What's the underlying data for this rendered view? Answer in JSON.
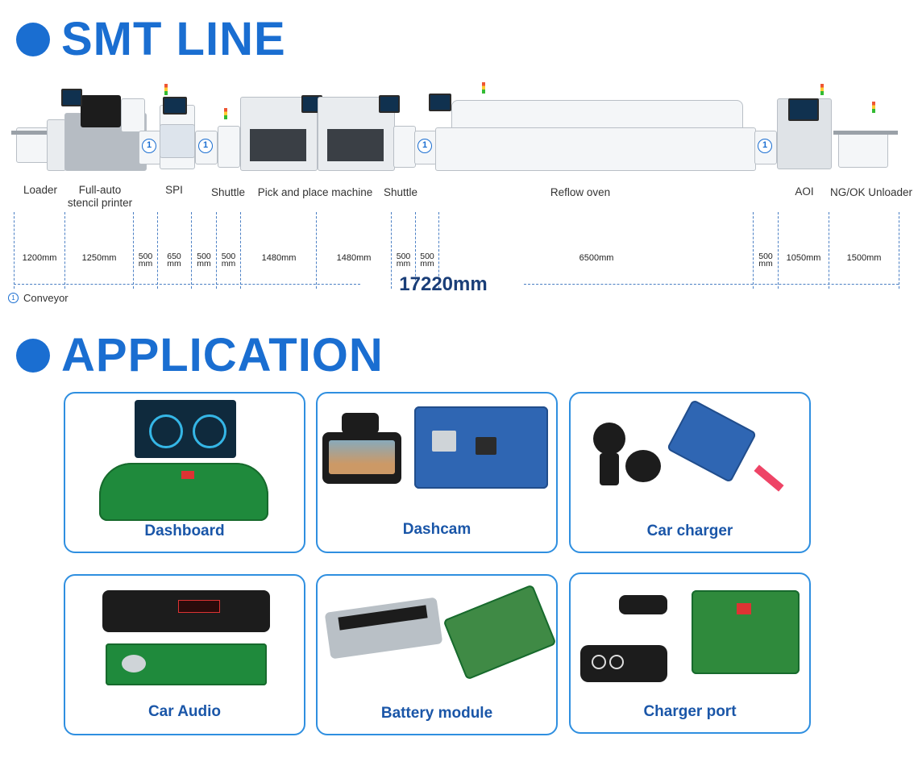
{
  "sections": {
    "smt_title": "SMT LINE",
    "app_title": "APPLICATION"
  },
  "machines": {
    "loader": "Loader",
    "printer": "Full-auto\nstencil printer",
    "spi": "SPI",
    "shuttle1": "Shuttle",
    "pnp": "Pick and place machine",
    "shuttle2": "Shuttle",
    "reflow": "Reflow oven",
    "aoi": "AOI",
    "unloader": "NG/OK Unloader"
  },
  "conveyor_marker": "1",
  "dimensions": {
    "d1": "1200mm",
    "d2": "1250mm",
    "d3": "500\nmm",
    "d4": "650\nmm",
    "d5": "500\nmm",
    "d6": "500\nmm",
    "d7": "1480mm",
    "d8": "1480mm",
    "d9": "500\nmm",
    "d10": "500\nmm",
    "d11": "6500mm",
    "d12": "500\nmm",
    "d13": "1050mm",
    "d14": "1500mm",
    "total": "17220mm"
  },
  "legend": {
    "marker": "1",
    "label": "Conveyor"
  },
  "applications": [
    {
      "caption": "Dashboard",
      "icon": "dashboard-pcb-image"
    },
    {
      "caption": "Dashcam",
      "icon": "dashcam-pcb-image"
    },
    {
      "caption": "Car charger",
      "icon": "car-charger-pcb-image"
    },
    {
      "caption": "Car Audio",
      "icon": "car-audio-pcb-image"
    },
    {
      "caption": "Battery module",
      "icon": "battery-module-image"
    },
    {
      "caption": "Charger port",
      "icon": "charger-port-image"
    }
  ],
  "colors": {
    "accent": "#1a6ed1",
    "card_border": "#2f8fe0",
    "caption": "#1a56a8"
  }
}
